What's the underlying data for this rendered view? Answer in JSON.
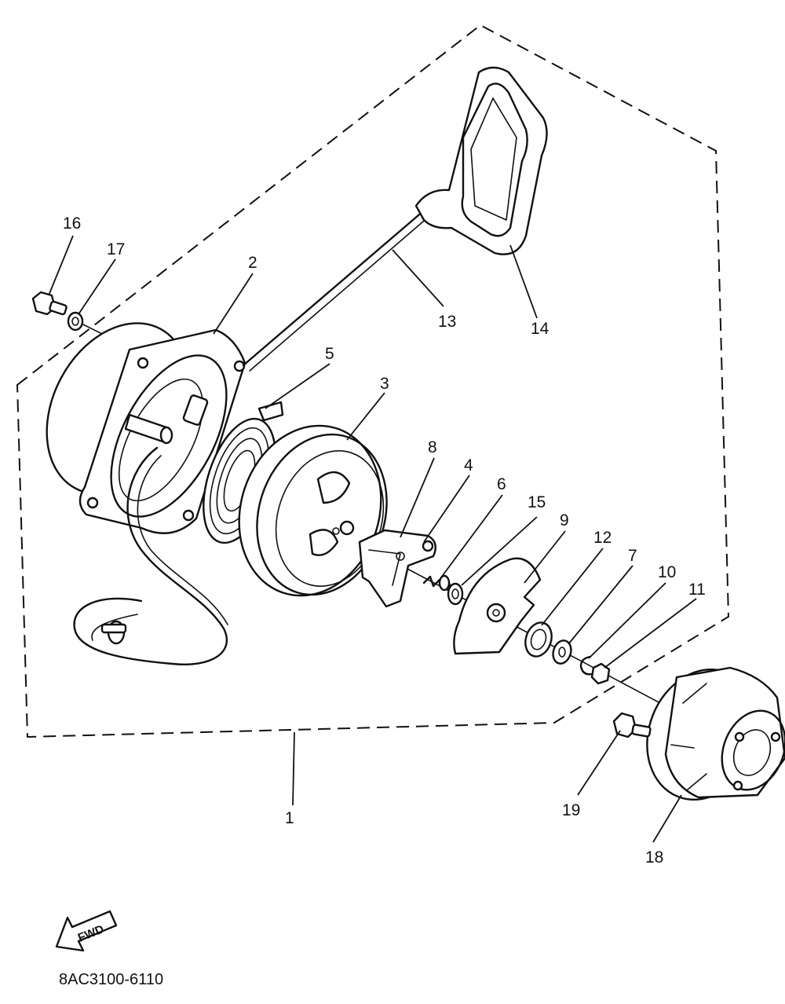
{
  "diagram": {
    "drawing_code": "8AC3100-6110",
    "direction_label": "FWD",
    "callouts": [
      {
        "id": "c1",
        "label": "1"
      },
      {
        "id": "c2",
        "label": "2"
      },
      {
        "id": "c3",
        "label": "3"
      },
      {
        "id": "c4",
        "label": "4"
      },
      {
        "id": "c5",
        "label": "5"
      },
      {
        "id": "c6",
        "label": "6"
      },
      {
        "id": "c7",
        "label": "7"
      },
      {
        "id": "c8",
        "label": "8"
      },
      {
        "id": "c9",
        "label": "9"
      },
      {
        "id": "c10",
        "label": "10"
      },
      {
        "id": "c11",
        "label": "11"
      },
      {
        "id": "c12",
        "label": "12"
      },
      {
        "id": "c13",
        "label": "13"
      },
      {
        "id": "c14",
        "label": "14"
      },
      {
        "id": "c15",
        "label": "15"
      },
      {
        "id": "c16",
        "label": "16"
      },
      {
        "id": "c17",
        "label": "17"
      },
      {
        "id": "c18",
        "label": "18"
      },
      {
        "id": "c19",
        "label": "19"
      }
    ]
  }
}
